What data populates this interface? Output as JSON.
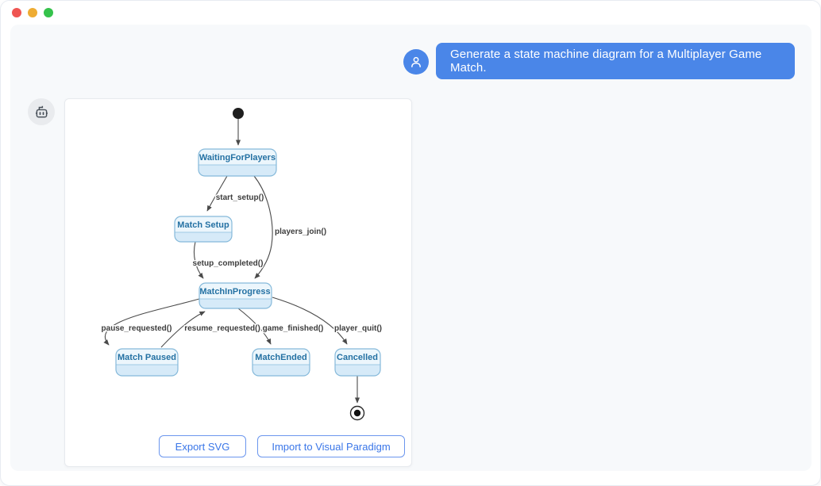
{
  "window": {
    "controls": [
      "close",
      "minimize",
      "maximize"
    ]
  },
  "chat": {
    "user_message": "Generate a state machine diagram for a Multiplayer Game Match.",
    "user_avatar_icon": "user-icon",
    "bot_avatar_icon": "robot-icon"
  },
  "diagram": {
    "type": "state-machine",
    "pseudostates": [
      "initial",
      "final"
    ],
    "states": [
      {
        "name": "WaitingForPlayers"
      },
      {
        "name": "Match Setup"
      },
      {
        "name": "MatchInProgress"
      },
      {
        "name": "Match Paused"
      },
      {
        "name": "MatchEnded"
      },
      {
        "name": "Cancelled"
      }
    ],
    "transitions": [
      {
        "from": "initial",
        "to": "WaitingForPlayers",
        "label": ""
      },
      {
        "from": "WaitingForPlayers",
        "to": "Match Setup",
        "label": "start_setup()"
      },
      {
        "from": "WaitingForPlayers",
        "to": "MatchInProgress",
        "label": "players_join()"
      },
      {
        "from": "Match Setup",
        "to": "MatchInProgress",
        "label": "setup_completed()"
      },
      {
        "from": "MatchInProgress",
        "to": "Match Paused",
        "label": "pause_requested()"
      },
      {
        "from": "Match Paused",
        "to": "MatchInProgress",
        "label": "resume_requested()"
      },
      {
        "from": "MatchInProgress",
        "to": "MatchEnded",
        "label": "game_finished()"
      },
      {
        "from": "MatchInProgress",
        "to": "Cancelled",
        "label": "player_quit()"
      },
      {
        "from": "Cancelled",
        "to": "final",
        "label": ""
      }
    ],
    "colors": {
      "state_fill": "#d6eaf8",
      "state_title_fill": "#ecf6fc",
      "state_border": "#85b9da",
      "state_text": "#2471a3",
      "edge": "#4a4a4a",
      "label_text": "#3d3d3d"
    }
  },
  "actions": {
    "export_svg": "Export SVG",
    "import_vp": "Import to Visual Paradigm"
  },
  "theme": {
    "accent_blue": "#4a86e8",
    "bubble_text": "#ffffff"
  }
}
